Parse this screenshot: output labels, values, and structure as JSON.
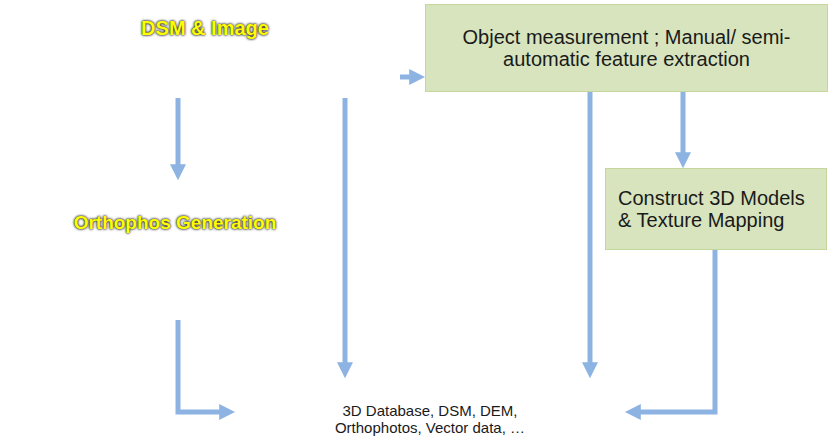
{
  "diagram": {
    "nodes": [
      {
        "text": [
          "DSM & Image"
        ]
      },
      {
        "text": [
          "Object measurement ; Manual/ semi-automatic feature extraction"
        ]
      },
      {
        "text": [
          "Orthophos Generation"
        ]
      },
      {
        "text": [
          "Construct 3D Models & Texture Mapping"
        ]
      },
      {
        "text": [
          "3D Database, DSM, DEM, Orthophotos, Vector data, …"
        ]
      }
    ],
    "edges": [
      {
        "from": 0,
        "to": 1,
        "arrow": "to"
      },
      {
        "from": 0,
        "to": 2,
        "arrow": "to"
      },
      {
        "from": 0,
        "to": 4,
        "arrow": "to"
      },
      {
        "from": 1,
        "to": 3,
        "arrow": "to"
      },
      {
        "from": 1,
        "to": 4,
        "arrow": "to"
      },
      {
        "from": 2,
        "to": 4,
        "arrow": "to"
      },
      {
        "from": 3,
        "to": 4,
        "arrow": "to"
      }
    ]
  }
}
